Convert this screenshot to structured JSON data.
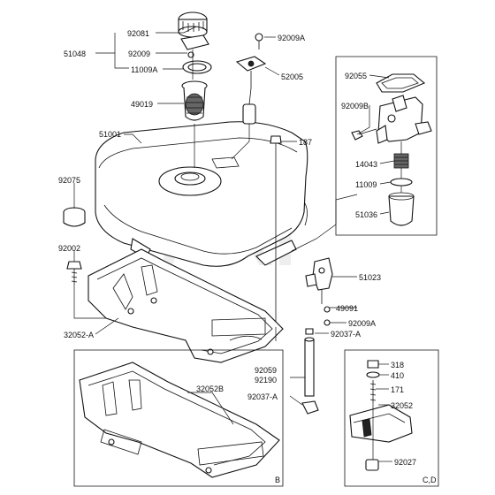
{
  "watermark": "ARI",
  "labels": {
    "p92081": "92081",
    "p51048": "51048",
    "p92009": "92009",
    "p11009A": "11009A",
    "p49019": "49019",
    "p92009A_top": "92009A",
    "p52005": "52005",
    "p51001": "51001",
    "p187": "187",
    "p92075": "92075",
    "p92002": "92002",
    "p32052A": "32052-A",
    "p92055": "92055",
    "p92009B": "92009B",
    "p14043": "14043",
    "p11009": "11009",
    "p51036": "51036",
    "p51023": "51023",
    "p49091": "49091",
    "p92009A_mid": "92009A",
    "p92037A_top": "92037-A",
    "p92059": "92059",
    "p92190": "92190",
    "p92037A_bot": "92037-A",
    "p32052B": "32052B",
    "p318": "318",
    "p410": "410",
    "p171": "171",
    "p32052": "32052",
    "p92027": "92027"
  },
  "insets": {
    "b_tag": "B",
    "cd_tag": "C,D"
  }
}
